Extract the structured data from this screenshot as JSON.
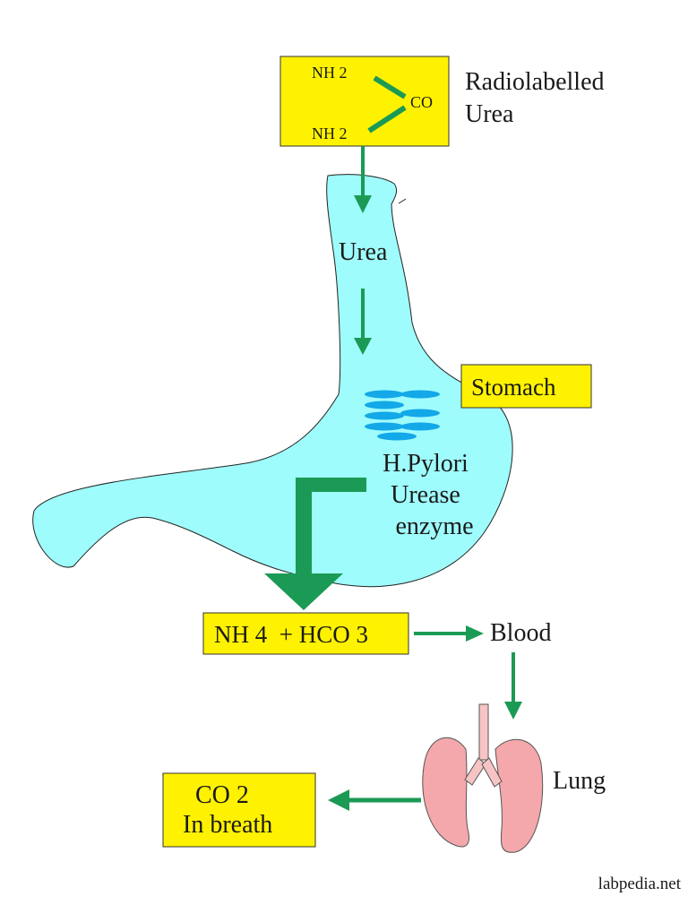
{
  "urea_box": {
    "nh2_top": "NH 2",
    "co": "CO",
    "nh2_bottom": "NH 2",
    "caption_line1": "Radiolabelled",
    "caption_line2": "Urea"
  },
  "stomach": {
    "urea_label": "Urea",
    "stomach_label": "Stomach",
    "enzyme_line1": "H.Pylori",
    "enzyme_line2": "Urease",
    "enzyme_line3": "enzyme"
  },
  "products": {
    "label": "NH 4  + HCO 3",
    "blood_label": "Blood"
  },
  "lung": {
    "label": "Lung"
  },
  "breath": {
    "line1": "CO 2",
    "line2": "In breath"
  },
  "watermark": "labpedia.net",
  "colors": {
    "box_fill": "#fff200",
    "arrow": "#1b9a55",
    "stomach": "#9ffcfc",
    "bacteria": "#13a8e8",
    "lung": "#f4a8ab",
    "trachea": "#f7c4c6"
  }
}
